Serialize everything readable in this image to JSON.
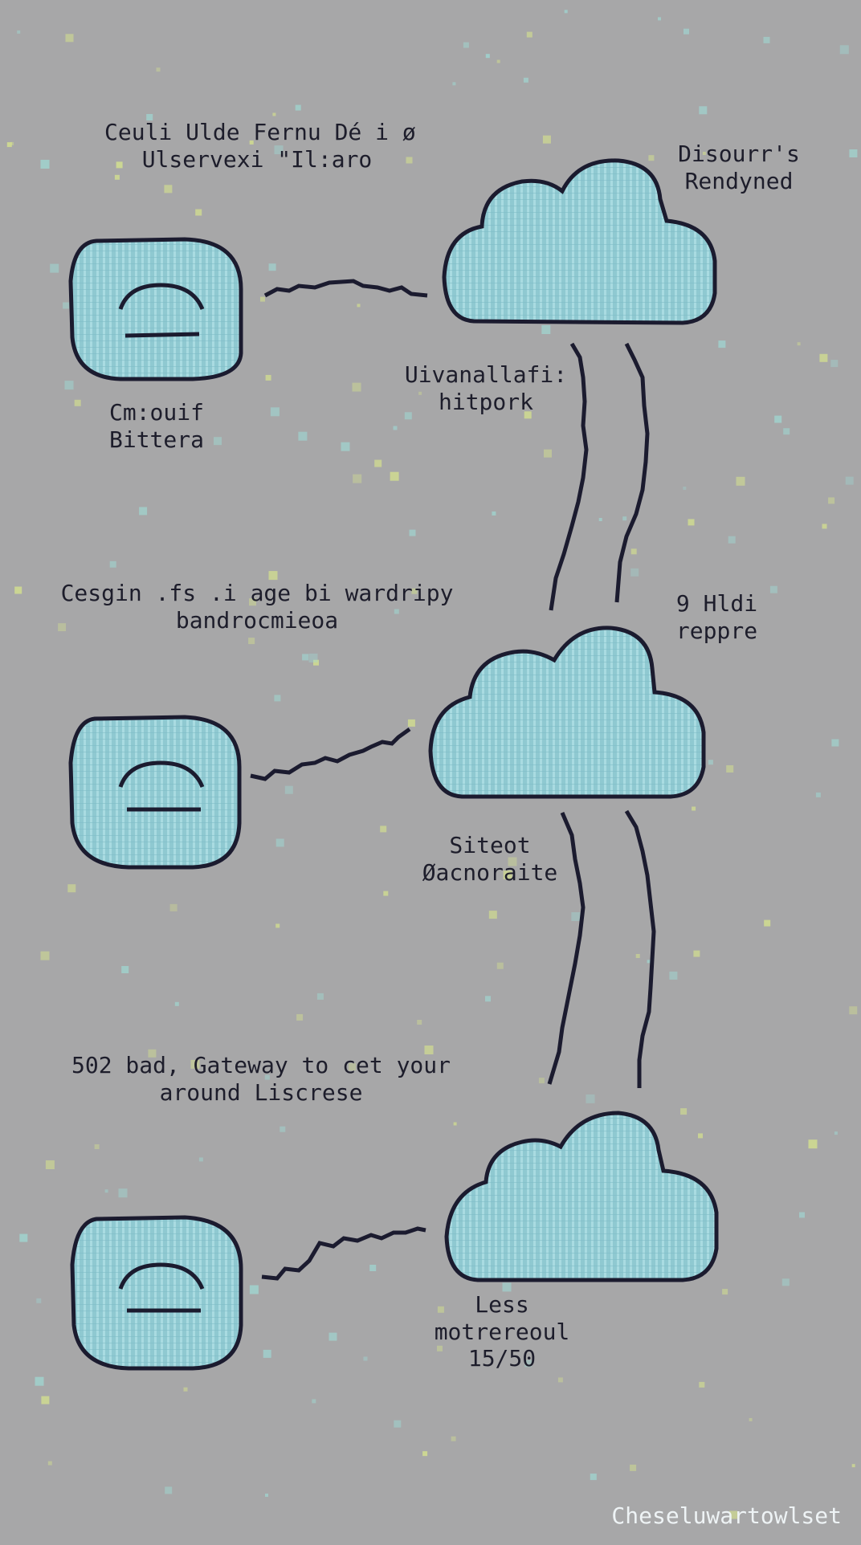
{
  "colors": {
    "background": "#a7a7a8",
    "shape_fill": "#8fc9d1",
    "shape_stripe": "#a9dbe1",
    "outline": "#1b1b2f",
    "star_yellow": "#d6e38d",
    "star_cyan": "#9fd7d2",
    "footer_text": "#eef3f5"
  },
  "labels": {
    "header": [
      "Ceuli Ulde Fernu Dé i ø",
      "Ulservexi \"Il:aro"
    ],
    "cloud1_side": [
      "Disourr's",
      "Rendyned"
    ],
    "node1": [
      "Cm:ouif",
      "Bittera"
    ],
    "link1": [
      "Uivanallafi:",
      "hitpork"
    ],
    "section2": [
      "Cesgin .fs .i age bi wardripy",
      "bandrocmieoa"
    ],
    "cloud2_side": [
      "9 Hldi",
      "reppre"
    ],
    "link2": [
      "Siteot",
      "Øacnoraite"
    ],
    "section3": [
      "502 bad, Gateway to cet your",
      "around Liscrese"
    ],
    "cloud3_bottom": [
      "Less",
      "motrereoul",
      "15/50"
    ]
  },
  "footer": "Cheseluwartowlset",
  "icons": {
    "node_face": "sad-face-icon",
    "cloud": "cloud-icon"
  }
}
